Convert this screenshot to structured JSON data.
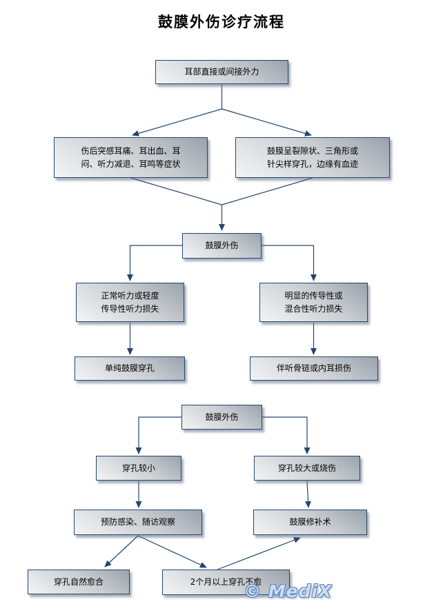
{
  "title": "鼓膜外伤诊疗流程",
  "watermark": {
    "text": "© MediX"
  },
  "colors": {
    "box_border": "#24466b",
    "connector": "#24466b",
    "box_gradient_dark": "#99a2ab",
    "box_gradient_light": "#f3f4f5",
    "watermark_fill": "#cdddf2",
    "watermark_outline": "#6286bb"
  },
  "nodes": {
    "external_force": {
      "label": "耳部直接或间接外力"
    },
    "symptoms": {
      "label": "伤后突感耳痛、耳出血、耳\n闷、听力减退、耳鸣等症状"
    },
    "drum_signs": {
      "label": "鼓膜呈裂隙状、三角形或\n针尖样穿孔，边缘有血迹"
    },
    "trauma_1": {
      "label": "鼓膜外伤"
    },
    "normal_hearing": {
      "label": "正常听力或轻度\n传导性听力损失"
    },
    "marked_loss": {
      "label": "明显的传导性或\n混合性听力损失"
    },
    "simple_perforation": {
      "label": "单纯鼓膜穿孔"
    },
    "ossicular_injury": {
      "label": "伴听骨链或内耳损伤"
    },
    "trauma_2": {
      "label": "鼓膜外伤"
    },
    "small_perforation": {
      "label": "穿孔较小"
    },
    "large_perforation": {
      "label": "穿孔较大或烧伤"
    },
    "prevent_infection": {
      "label": "预防感染、随访观察"
    },
    "myringoplasty": {
      "label": "鼓膜修补术"
    },
    "natural_healing": {
      "label": "穿孔自然愈合"
    },
    "unhealed": {
      "label": "2个月以上穿孔不愈"
    }
  },
  "edges": [
    {
      "from": "external_force",
      "to": "symptoms"
    },
    {
      "from": "external_force",
      "to": "drum_signs"
    },
    {
      "from": "symptoms",
      "to": "trauma_1"
    },
    {
      "from": "drum_signs",
      "to": "trauma_1"
    },
    {
      "from": "trauma_1",
      "to": "normal_hearing"
    },
    {
      "from": "trauma_1",
      "to": "marked_loss"
    },
    {
      "from": "normal_hearing",
      "to": "simple_perforation"
    },
    {
      "from": "marked_loss",
      "to": "ossicular_injury"
    },
    {
      "from": "trauma_2",
      "to": "small_perforation"
    },
    {
      "from": "trauma_2",
      "to": "large_perforation"
    },
    {
      "from": "small_perforation",
      "to": "prevent_infection"
    },
    {
      "from": "large_perforation",
      "to": "myringoplasty"
    },
    {
      "from": "prevent_infection",
      "to": "natural_healing"
    },
    {
      "from": "prevent_infection",
      "to": "unhealed"
    },
    {
      "from": "unhealed",
      "to": "myringoplasty"
    }
  ]
}
